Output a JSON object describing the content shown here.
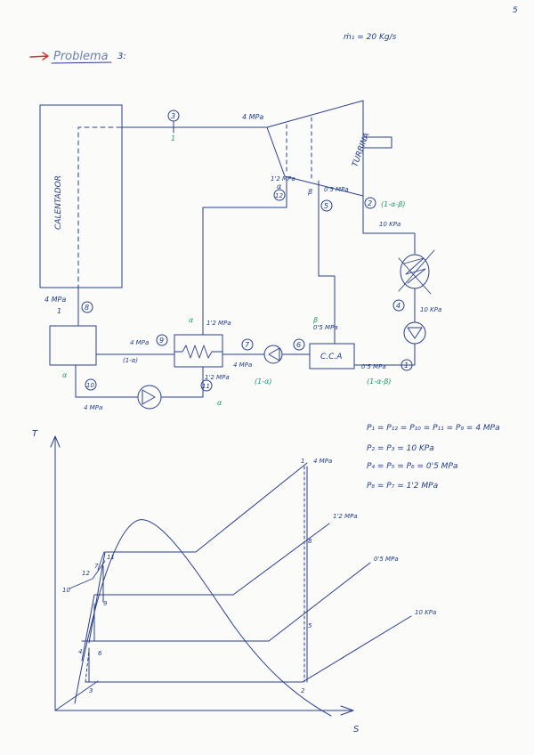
{
  "header": {
    "page_num": "5",
    "mass_flow": "ṁ₁ = 20 Kg/s",
    "problem_title": "Problema",
    "problem_num": "3:"
  },
  "schematic": {
    "components": {
      "heater": "CALENTADOR",
      "turbine": "TURBINA",
      "open_fwh": "C.C.A"
    },
    "state_circles": [
      "3",
      "12",
      "2",
      "5",
      "4",
      "8",
      "7",
      "6",
      "9",
      "10",
      "11",
      "1"
    ],
    "pressure_labels": {
      "turbine_in": "4 MPa",
      "bleed_12": "1'2 MPa",
      "bleed_5": "0'5 MPa",
      "exhaust": "10 KPa",
      "cond_out": "10 KPa",
      "heater_out": "4 MPa",
      "cfwh_tube_in": "4 MPa",
      "cfwh_shell": "1'2 MPa",
      "cfwh_tube_from_pump": "4 MPa",
      "cfwh_drain": "1'2 MPa",
      "pump_after_mix": "4 MPa",
      "cca_out": "0'5 MPa",
      "cca_in": "0'5 MPa"
    },
    "fractions": {
      "turbine_in": "1",
      "bleed_12": "α",
      "bleed_5": "β",
      "exhaust": "(1-α-β)",
      "heater_out": "1",
      "cfwh_shell": "α",
      "cfwh_tube": "(1-α)",
      "pump_line": "(1-α)",
      "cca_steam": "β",
      "cca_in": "(1-α-β)",
      "mix_alpha": "α",
      "drain_alpha": "α"
    }
  },
  "ts_diagram": {
    "x_axis": "S",
    "y_axis": "T",
    "isobars": [
      "4 MPa",
      "1'2 MPa",
      "0'5 MPa",
      "10 KPa"
    ],
    "state_labels": [
      "1",
      "2",
      "3",
      "4",
      "5",
      "6",
      "7",
      "8",
      "9",
      "10",
      "11",
      "12"
    ]
  },
  "equations": [
    "P₁ = P₁₂ = P₁₀ = P₁₁ = P₉ = 4 MPa",
    "P₂ = P₃ = 10 KPa",
    "P₄ = P₅ = P₆ = 0'5 MPa",
    "P₈ = P₇ = 1'2 MPa"
  ],
  "colors": {
    "ink": "#1f3c8c",
    "pen_blue": "#1f3c8c",
    "pen_green": "#1a9a73",
    "title_red": "#d83030"
  }
}
